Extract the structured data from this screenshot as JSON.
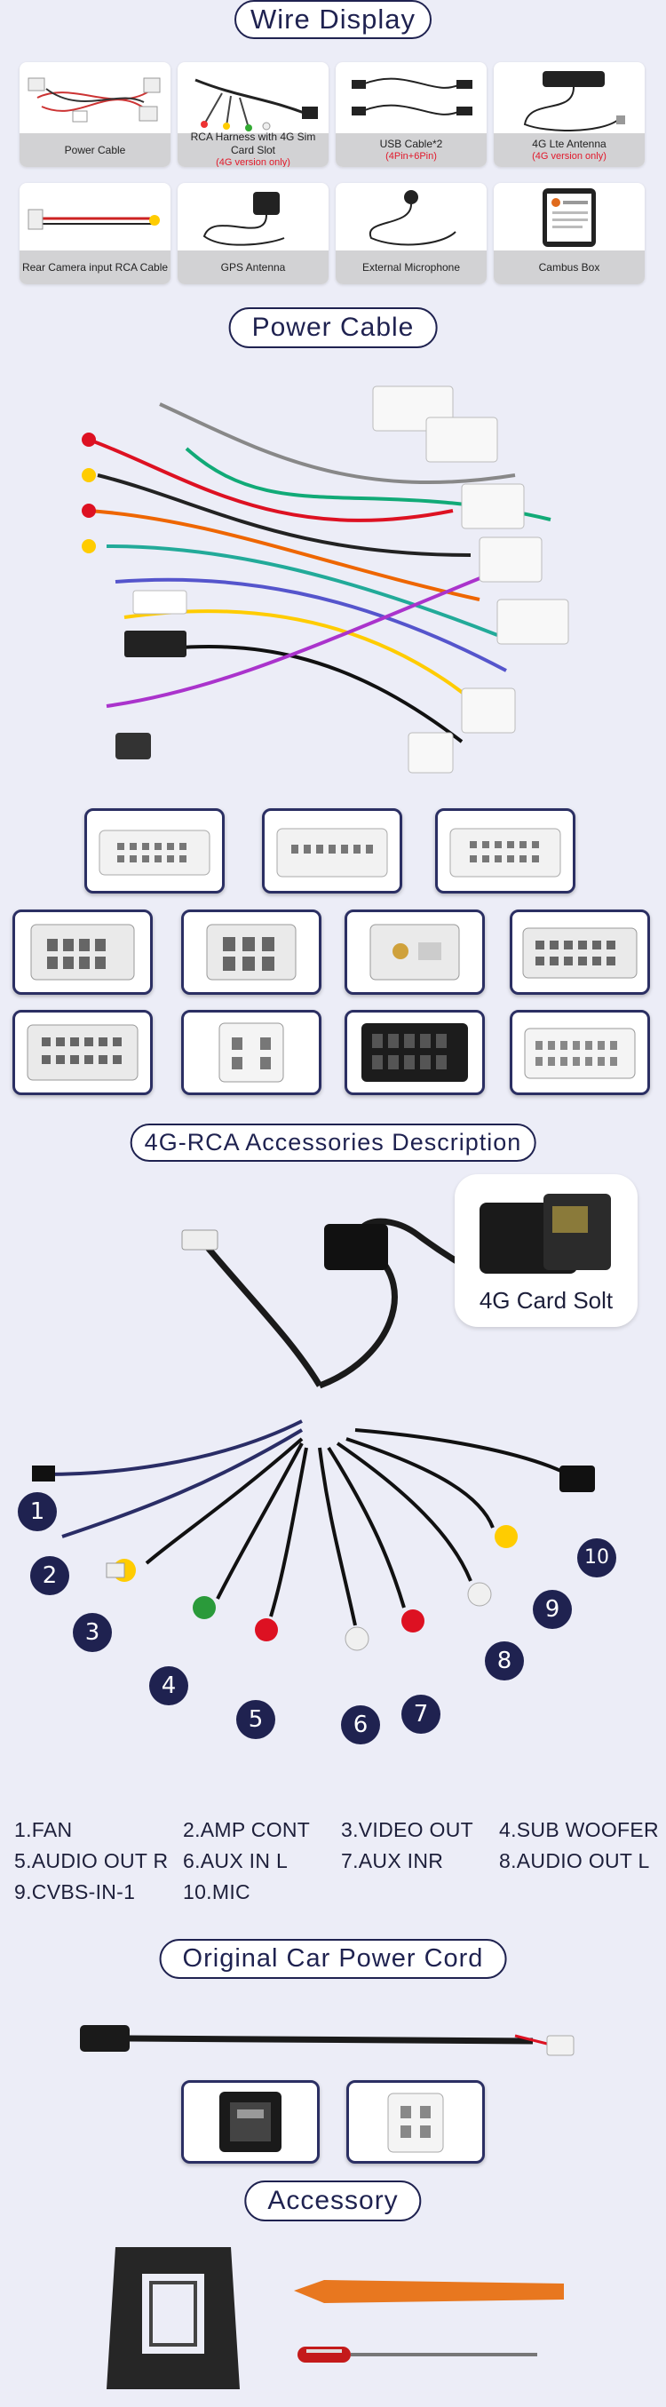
{
  "sections": {
    "wire_display": "Wire Display",
    "power_cable": "Power Cable",
    "rca_desc": "4G-RCA Accessories Description",
    "car_cord": "Original Car Power Cord",
    "accessory": "Accessory"
  },
  "items": [
    {
      "label": "Power Cable",
      "note": ""
    },
    {
      "label": "RCA Harness with 4G Sim Card Slot",
      "note": "(4G version only)"
    },
    {
      "label": "USB Cable*2",
      "note": "(4Pin+6Pin)"
    },
    {
      "label": "4G Lte Antenna",
      "note": "(4G version only)"
    },
    {
      "label": "Rear Camera input RCA Cable",
      "note": ""
    },
    {
      "label": "GPS Antenna",
      "note": ""
    },
    {
      "label": "External Microphone",
      "note": ""
    },
    {
      "label": "Cambus Box",
      "note": ""
    }
  ],
  "card_slot_label": "4G Card Solt",
  "numbers": [
    "1",
    "2",
    "3",
    "4",
    "5",
    "6",
    "7",
    "8",
    "9",
    "10"
  ],
  "legend": [
    "1.FAN",
    "2.AMP CONT",
    "3.VIDEO OUT",
    "4.SUB WOOFER",
    "5.AUDIO OUT R",
    "6.AUX IN L",
    "7.AUX INR",
    "8.AUDIO OUT L",
    "9.CVBS-IN-1",
    "10.MIC"
  ],
  "colors": {
    "navy": "#1f2250",
    "accent_red": "#e1192b",
    "background": "#ecedf7"
  }
}
